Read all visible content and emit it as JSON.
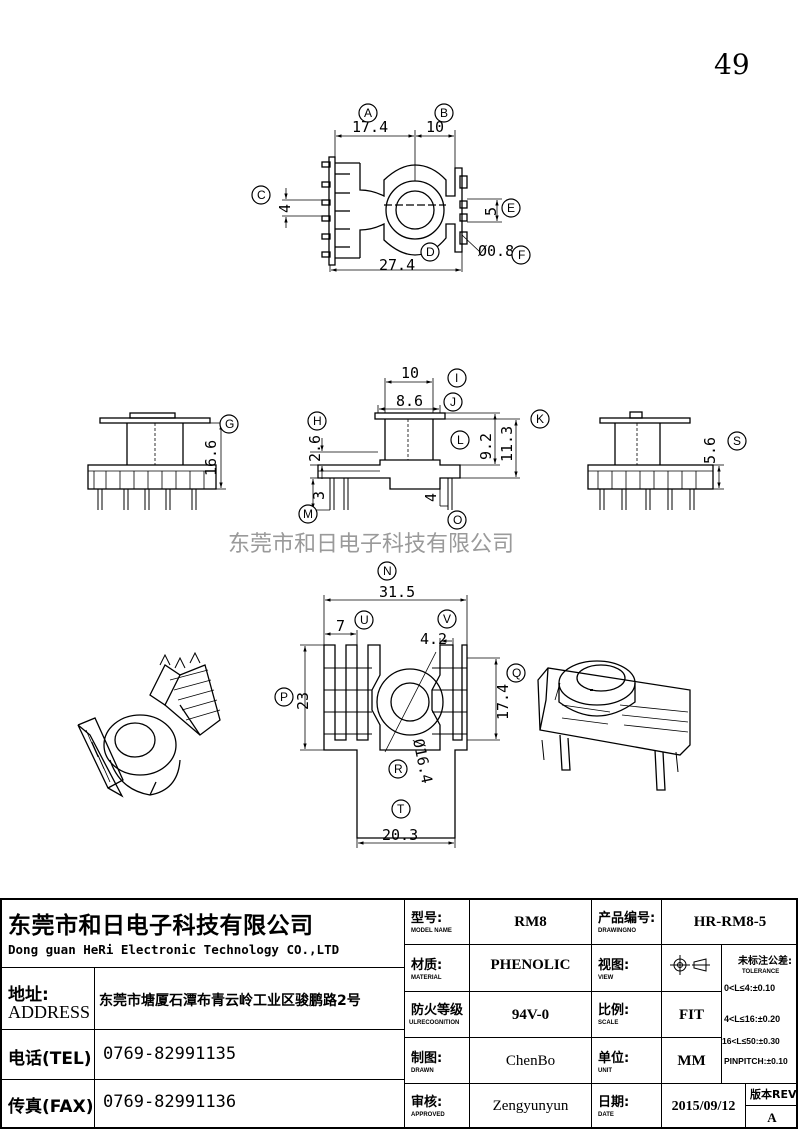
{
  "page_number": "49",
  "watermark": "东莞市和日电子科技有限公司",
  "dimensions": {
    "top_a": "17.4",
    "top_b": "10",
    "top_c": "4",
    "top_e": "5",
    "top_f": "Ø0.8",
    "top_d": "27.4",
    "front_i": "10",
    "front_j": "8.6",
    "front_h": "2.6",
    "front_l": "9.2",
    "front_k": "11.3",
    "front_m": "3",
    "front_o": "4",
    "left_g": "16.6",
    "right_s": "5.6",
    "bot_n": "31.5",
    "bot_u": "7",
    "bot_v": "4.2",
    "bot_p": "23",
    "bot_q": "17.4",
    "bot_r": "Ø16.4",
    "bot_t": "20.3"
  },
  "callouts": [
    "A",
    "B",
    "C",
    "D",
    "E",
    "F",
    "G",
    "H",
    "I",
    "J",
    "K",
    "L",
    "M",
    "N",
    "O",
    "P",
    "Q",
    "R",
    "S",
    "T",
    "U",
    "V"
  ],
  "title_block": {
    "company_cn": "东莞市和日电子科技有限公司",
    "company_en": "Dong guan HeRi Electronic Technology CO.,LTD",
    "address_label": "地址:",
    "address_label_en": "ADDRESS",
    "address_value": "东莞市塘厦石潭布青云岭工业区骏鹏路2号",
    "tel_label": "电话(TEL)",
    "tel_value": "0769-82991135",
    "fax_label": "传真(FAX)",
    "fax_value": "0769-82991136",
    "model_label": "型号:",
    "model_sub": "MODEL NAME",
    "model_value": "RM8",
    "drawingno_label": "产品编号:",
    "drawingno_sub": "DRAWINGNO",
    "drawingno_value": "HR-RM8-5",
    "material_label": "材质:",
    "material_sub": "MATERIAL",
    "material_value": "PHENOLIC",
    "view_label": "视图:",
    "view_sub": "VIEW",
    "tolerance_label": "未标注公差:",
    "tolerance_sub": "TOLERANCE",
    "tol_1": "0<L≤4:±0.10",
    "tol_2": "4<L≤16:±0.20",
    "tol_3": "16<L≤50:±0.30",
    "tol_4": "PINPITCH:±0.10",
    "ul_label": "防火等级",
    "ul_sub": "ULRECOGNITION",
    "ul_value": "94V-0",
    "scale_label": "比例:",
    "scale_sub": "SCALE",
    "scale_value": "FIT",
    "drawn_label": "制图:",
    "drawn_sub": "DRAWN",
    "drawn_value": "ChenBo",
    "unit_label": "单位:",
    "unit_sub": "UNIT",
    "unit_value": "MM",
    "approved_label": "审核:",
    "approved_sub": "APPROVED",
    "approved_value": "Zengyunyun",
    "date_label": "日期:",
    "date_sub": "DATE",
    "date_value": "2015/09/12",
    "rev_label": "版本REV",
    "rev_value": "A"
  }
}
